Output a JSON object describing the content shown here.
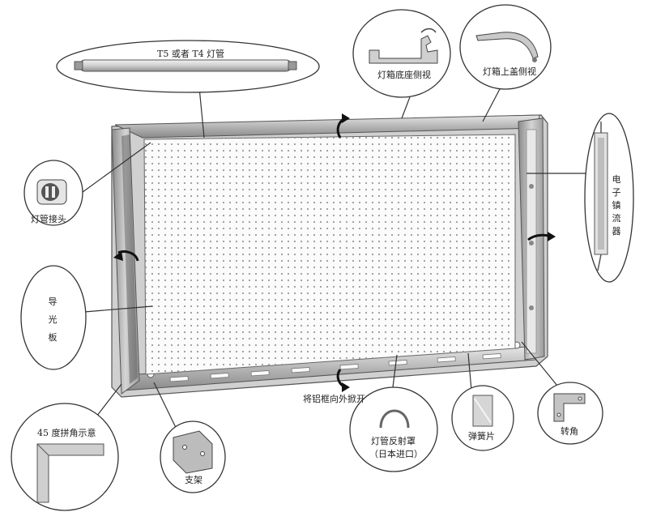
{
  "labels": {
    "lamp_tube": "T5 或者 T4 灯管",
    "base_side_view": "灯箱底座侧视",
    "top_cover_side_view": "灯箱上盖侧视",
    "electronic_ballast": "电子镇流器",
    "tube_connector": "灯管接头",
    "light_guide_plate": "导光板",
    "miter_corner": "45 度拼角示意",
    "bracket": "支架",
    "open_outward": "将铝框向外掀开",
    "reflector": "灯管反射罩",
    "reflector_origin": "（日本进口）",
    "spring_clip": "弹簧片",
    "corner_piece": "转角"
  },
  "colors": {
    "frame": "#b8b8b8",
    "frame_dark": "#777777",
    "panel": "#fbfbfb",
    "dots": "#9a9a9a",
    "line": "#333333"
  }
}
